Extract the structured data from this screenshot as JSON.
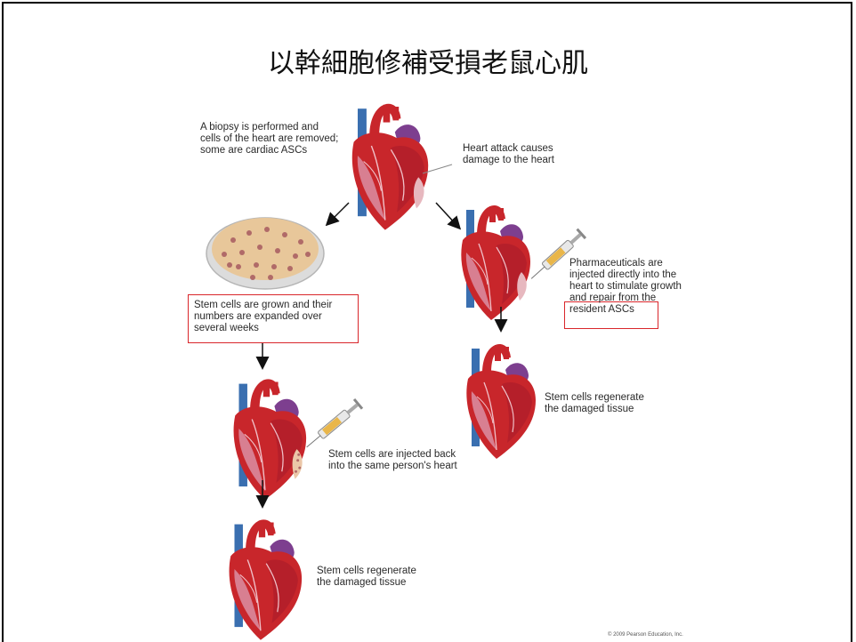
{
  "title": "以幹細胞修補受損老鼠心肌",
  "labels": {
    "biopsy": "A biopsy is performed and\ncells of the heart are removed;\nsome are cardiac ASCs",
    "heart_attack": "Heart attack causes\ndamage to the heart",
    "stem_grown": "Stem cells are grown and their\nnumbers are expanded over\nseveral weeks",
    "pharma": "Pharmaceuticals are\ninjected directly into the\nheart to stimulate growth\nand repair from the\nresident ASCs",
    "regen_right": "Stem cells regenerate\nthe damaged tissue",
    "injected_back": "Stem cells are injected back\ninto the same person's heart",
    "regen_left": "Stem cells regenerate\nthe damaged tissue"
  },
  "copyright": "© 2009 Pearson Education, Inc.",
  "colors": {
    "highlight_box": "#d9262b",
    "heart_red": "#c8262b",
    "heart_pink": "#d98a9c",
    "vessel_blue": "#3a6fb0",
    "vessel_purple": "#7d3f8f",
    "dish_fill": "#e8c79a"
  }
}
